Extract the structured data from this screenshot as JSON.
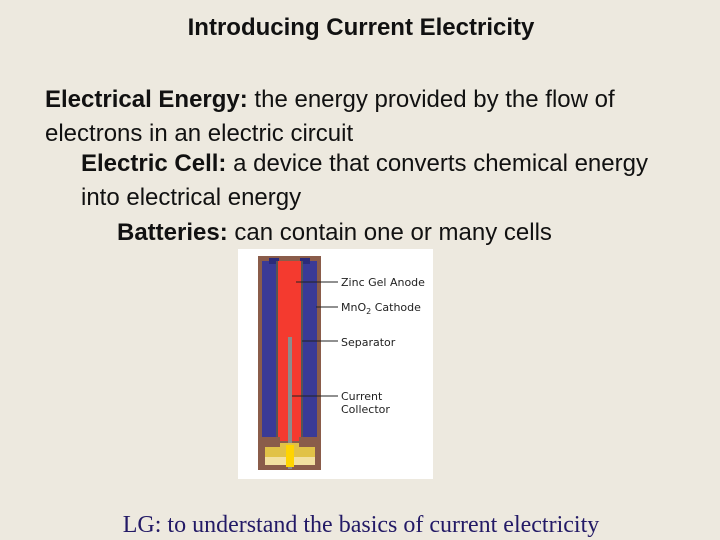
{
  "slide": {
    "title": "Introducing Current Electricity",
    "points": [
      {
        "term": "Electrical Energy:",
        "text": " the energy provided by the flow of electrons in an electric circuit"
      },
      {
        "term": "Electric Cell:",
        "text": " a device that converts chemical energy into electrical energy"
      },
      {
        "term": "Batteries:",
        "text": " can contain one or many cells"
      }
    ],
    "figure": {
      "labels": {
        "anode": "Zinc Gel Anode",
        "cathode_prefix": "MnO",
        "cathode_sub": "2",
        "cathode_suffix": " Cathode",
        "separator": "Separator",
        "collector_line1": "Current",
        "collector_line2": "Collector"
      },
      "colors": {
        "anode": "#f43a2f",
        "cathode": "#3a3a96",
        "casing": "#8a5c4a",
        "collector": "#8c8c8c",
        "seal": "#e1c247"
      }
    },
    "learning_goal": {
      "prefix": "LG:",
      "text": " to understand the basics of current electricity"
    }
  }
}
